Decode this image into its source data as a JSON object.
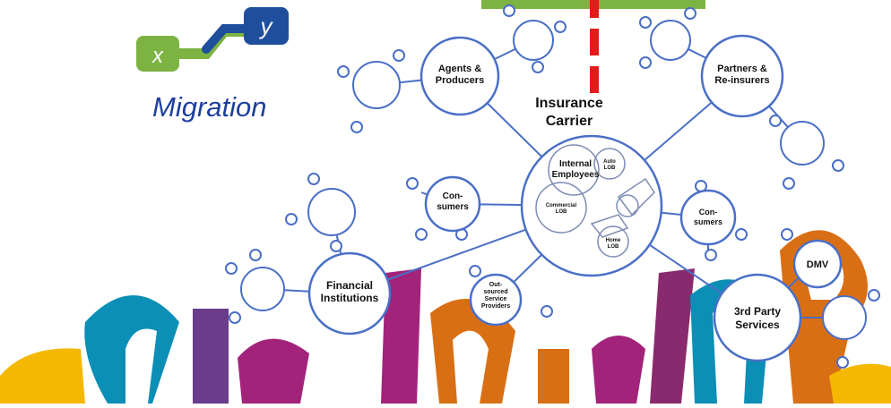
{
  "logo": {
    "x_letter": "x",
    "y_letter": "y",
    "caption": "Migration"
  },
  "colors": {
    "node_stroke": "#4a6fc7",
    "accent_red": "#e21b1b",
    "logo_green": "#7cb342",
    "logo_blue": "#1f4e9c"
  },
  "center": {
    "title": "Insurance Carrier",
    "hub_label": "Internal Employees",
    "lob_labels": [
      "Auto LOB",
      "Commercial LOB",
      "Home LOB"
    ]
  },
  "nodes": {
    "agents": "Agents & Producers",
    "partners": "Partners & Re-insurers",
    "consumers_left": "Con-sumers",
    "consumers_right": "Con-sumers",
    "financial": "Financial Institutions",
    "outsourced": "Out-sourced Service Providers",
    "third_party": "3rd Party Services",
    "dmv": "DMV"
  }
}
